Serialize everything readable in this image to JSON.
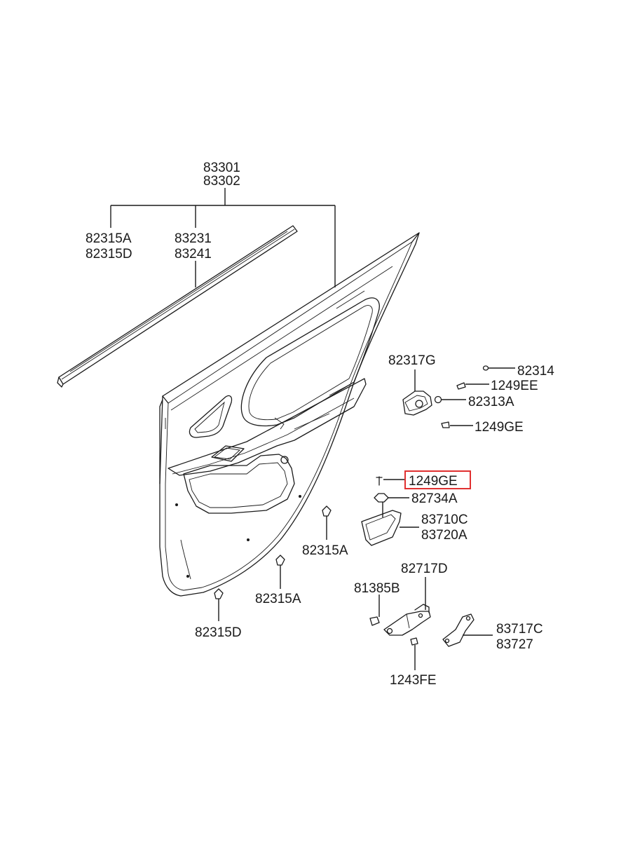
{
  "colors": {
    "line": "#1a1a1a",
    "background": "#ffffff",
    "highlight": "#e03030"
  },
  "labels": {
    "p83301": "83301",
    "p83302": "83302",
    "p82315A_top": "82315A",
    "p82315D_top": "82315D",
    "p83231": "83231",
    "p83241": "83241",
    "p82317G": "82317G",
    "p82314": "82314",
    "p1249EE": "1249EE",
    "p82313A": "82313A",
    "p1249GE_a": "1249GE",
    "p1249GE_b": "1249GE",
    "p82734A": "82734A",
    "p83710C": "83710C",
    "p83720A": "83720A",
    "p82315A_mid": "82315A",
    "p82315A_low": "82315A",
    "p82315D_low": "82315D",
    "p82717D": "82717D",
    "p81385B": "81385B",
    "p83717C": "83717C",
    "p83727": "83727",
    "p1243FE": "1243FE"
  },
  "highlighted_part": "1249GE"
}
